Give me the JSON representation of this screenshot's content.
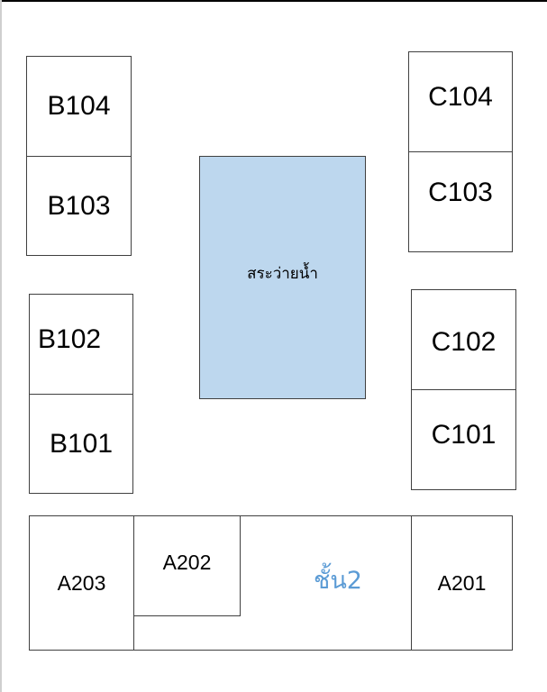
{
  "colors": {
    "pool_fill": "#bdd7ee",
    "floor_label": "#5b9bd5",
    "line": "#404040"
  },
  "rooms": {
    "b104": "B104",
    "b103": "B103",
    "b102": "B102",
    "b101": "B101",
    "c104": "C104",
    "c103": "C103",
    "c102": "C102",
    "c101": "C101",
    "a203": "A203",
    "a202": "A202",
    "a201": "A201"
  },
  "pool_label": "สระว่ายน้ำ",
  "floor_label": "ชั้น2"
}
